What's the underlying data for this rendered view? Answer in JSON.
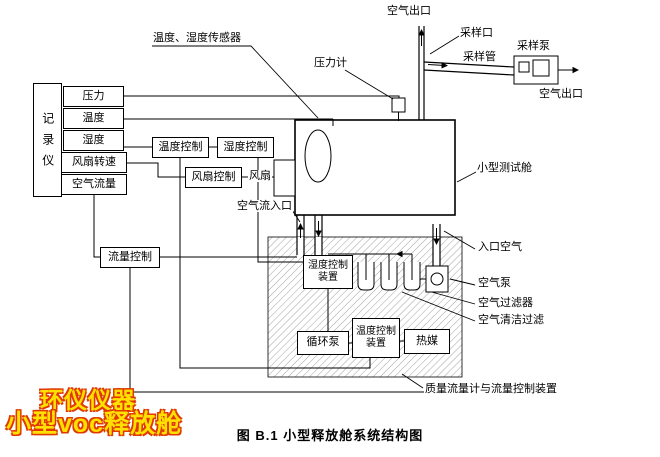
{
  "caption": "图 B.1  小型释放舱系统结构图",
  "watermark": {
    "line1": "环仪仪器",
    "line2": "小型voc释放舱"
  },
  "recorder": {
    "label": "记录仪",
    "channels": [
      {
        "label": "压力"
      },
      {
        "label": "温度"
      },
      {
        "label": "湿度"
      },
      {
        "label": "风扇转速"
      },
      {
        "label": "空气流量"
      }
    ]
  },
  "controls": {
    "temperature": "温度控制",
    "humidity": "湿度控制",
    "fan": "风扇控制",
    "flow": "流量控制"
  },
  "chamber": {
    "label": "小型测试舱",
    "sensor": "温度、湿度传感器",
    "pressure_gauge": "压力计",
    "fan": "风扇",
    "air_inlet": "空气流入口"
  },
  "exhaust": {
    "air_outlet_top": "空气出口",
    "sampling_port": "采样口",
    "sampling_tube": "采样管",
    "sampling_pump": "采样泵",
    "air_outlet_right": "空气出口"
  },
  "conditioning": {
    "humidity_device": "湿度控制装置",
    "circulation_pump": "循环泵",
    "temperature_device": "温度控制装置",
    "heat_medium": "热媒",
    "inlet_air": "入口空气",
    "air_pump": "空气泵",
    "air_filter": "空气过滤器",
    "clean_filter": "空气清洁过滤",
    "mass_flow": "质量流量计与流量控制装置"
  }
}
